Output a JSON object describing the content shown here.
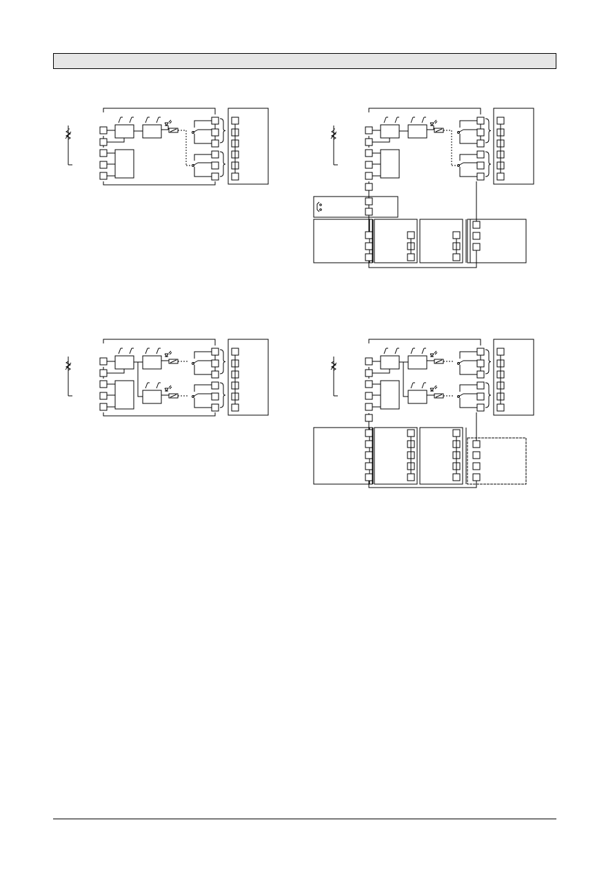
{
  "colors": {
    "line": "#000000",
    "header_fill": "#e6e6e6",
    "paper": "#ffffff"
  },
  "diagrams": [
    {
      "id": "diagram-top-left",
      "variant": "single-channel",
      "expansion": false
    },
    {
      "id": "diagram-top-right",
      "variant": "single-channel",
      "expansion": true
    },
    {
      "id": "diagram-bottom-left",
      "variant": "dual-channel",
      "expansion": false
    },
    {
      "id": "diagram-bottom-right",
      "variant": "dual-channel",
      "expansion": true
    }
  ]
}
